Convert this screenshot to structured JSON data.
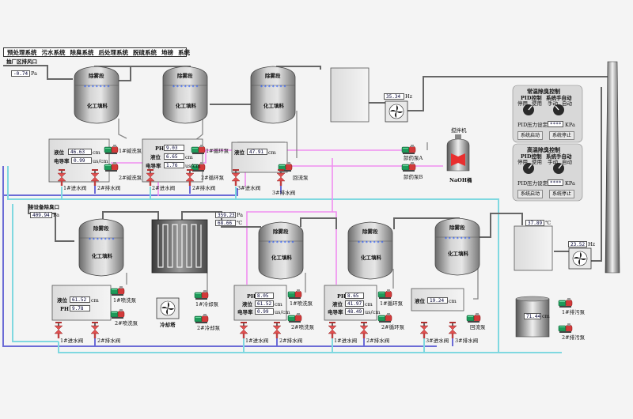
{
  "menu": [
    "预处理系统",
    "污水系统",
    "除臭系统",
    "后处理系统",
    "脱硫系统",
    "地磅",
    "系统"
  ],
  "inlet_top": {
    "label": "抽厂区排风口",
    "value": "-0.74",
    "unit": "Pa"
  },
  "inlet_bottom": {
    "label": "接设备除臭口",
    "value": "409.94",
    "unit": "Pa"
  },
  "tank_text": {
    "top": "除雾段",
    "body": "化工填料"
  },
  "temp_top": {
    "value": "35.34",
    "unit": "Hz"
  },
  "temp_left": {
    "value": "359.23",
    "unit": "Pa",
    "value2": "68.66",
    "unit2": "℃"
  },
  "temp_right": {
    "value": "37.89",
    "unit": "℃"
  },
  "hz_right": {
    "value": "23.52",
    "unit": "Hz"
  },
  "chimney_tank": {
    "value": "71.44",
    "unit": "cm"
  },
  "panels": {
    "liq1": {
      "l1": "液位",
      "v1": "46.63",
      "u1": "cm",
      "l2": "电导率",
      "v2": "0.99",
      "u2": "us/cm"
    },
    "liq2": {
      "l0": "PH",
      "v0": "9.03",
      "l1": "液位",
      "v1": "6.65",
      "u1": "cm",
      "l2": "电导率",
      "v2": "1.76",
      "u2": "us/cm"
    },
    "liq3": {
      "l1": "液位",
      "v1": "47.91",
      "u1": "cm"
    },
    "liq4": {
      "l1": "液位",
      "v1": "61.52",
      "u1": "cm",
      "l2": "PH",
      "v2": "9.78"
    },
    "liq5": {
      "l0": "PH",
      "v0": "8.05",
      "l1": "液位",
      "v1": "61.52",
      "u1": "cm",
      "l2": "电导率",
      "v2": "0.99",
      "u2": "us/cm"
    },
    "liq6": {
      "l0": "PH",
      "v0": "8.65",
      "l1": "液位",
      "v1": "41.97",
      "u1": "cm",
      "l2": "电导率",
      "v2": "48.49",
      "u2": "us/cm"
    },
    "liq7": {
      "l1": "液位",
      "v1": "19.24",
      "u1": "cm"
    }
  },
  "pumps": {
    "p1": "1#碱洗泵",
    "p2": "2#碱洗泵",
    "p3": "1#循环泵",
    "p4": "2#循环泵",
    "p5": "回流泵",
    "p6": "1#喷洗泵",
    "p7": "2#喷洗泵",
    "p8": "1#冷却泵",
    "p9": "2#冷却泵",
    "p10": "1#喷洗泵",
    "p11": "2#喷洗泵",
    "p12": "1#循环泵",
    "p13": "2#循环泵",
    "p14": "回流泵",
    "p15": "1#排污泵",
    "p16": "2#排污泵",
    "sa": "卸药泵A",
    "sb": "卸药泵B"
  },
  "valves": {
    "v1": "1#进水阀",
    "v2": "2#排水阀",
    "v3": "2#进水阀",
    "v4": "2#排水阀",
    "v5": "3#进水阀",
    "v6": "3#排水阀",
    "v7": "1#进水阀",
    "v8": "2#排水阀",
    "v9": "1#进水阀",
    "v10": "2#排水阀",
    "v11": "1#进水阀",
    "v12": "2#排水阀",
    "v13": "3#进水阀",
    "v14": "3#排水阀"
  },
  "naoh": {
    "label": "NaOH桶",
    "mixer": "搅拌机"
  },
  "cooling_tower": "冷却塔",
  "ctrl_top": {
    "title": "常温除臭控制",
    "pid": "PID控制",
    "sys": "系统手自动",
    "stop": "停用",
    "use": "使用",
    "manual": "手动",
    "auto": "自动",
    "pid_set": "PID压力设定",
    "set_val": "****",
    "unit": "KPa",
    "btn_start": "系统启动",
    "btn_stop": "系统停止"
  },
  "ctrl_bot": {
    "title": "高温除臭控制",
    "pid": "PID控制",
    "sys": "系统手自动",
    "stop": "停用",
    "use": "使用",
    "manual": "手动",
    "auto": "自动",
    "pid_set": "PID压力设定",
    "set_val": "****",
    "unit": "KPa",
    "btn_start": "系统启动",
    "btn_stop": "系统停止"
  },
  "colors": {
    "pipe": "#666666",
    "water": "#7fd8e0",
    "dose": "#f08ef0",
    "drain": "#6b6bd6",
    "pump_motor": "#1e9a5a",
    "pump_body": "#d23a3a",
    "valve": "#d84040"
  }
}
